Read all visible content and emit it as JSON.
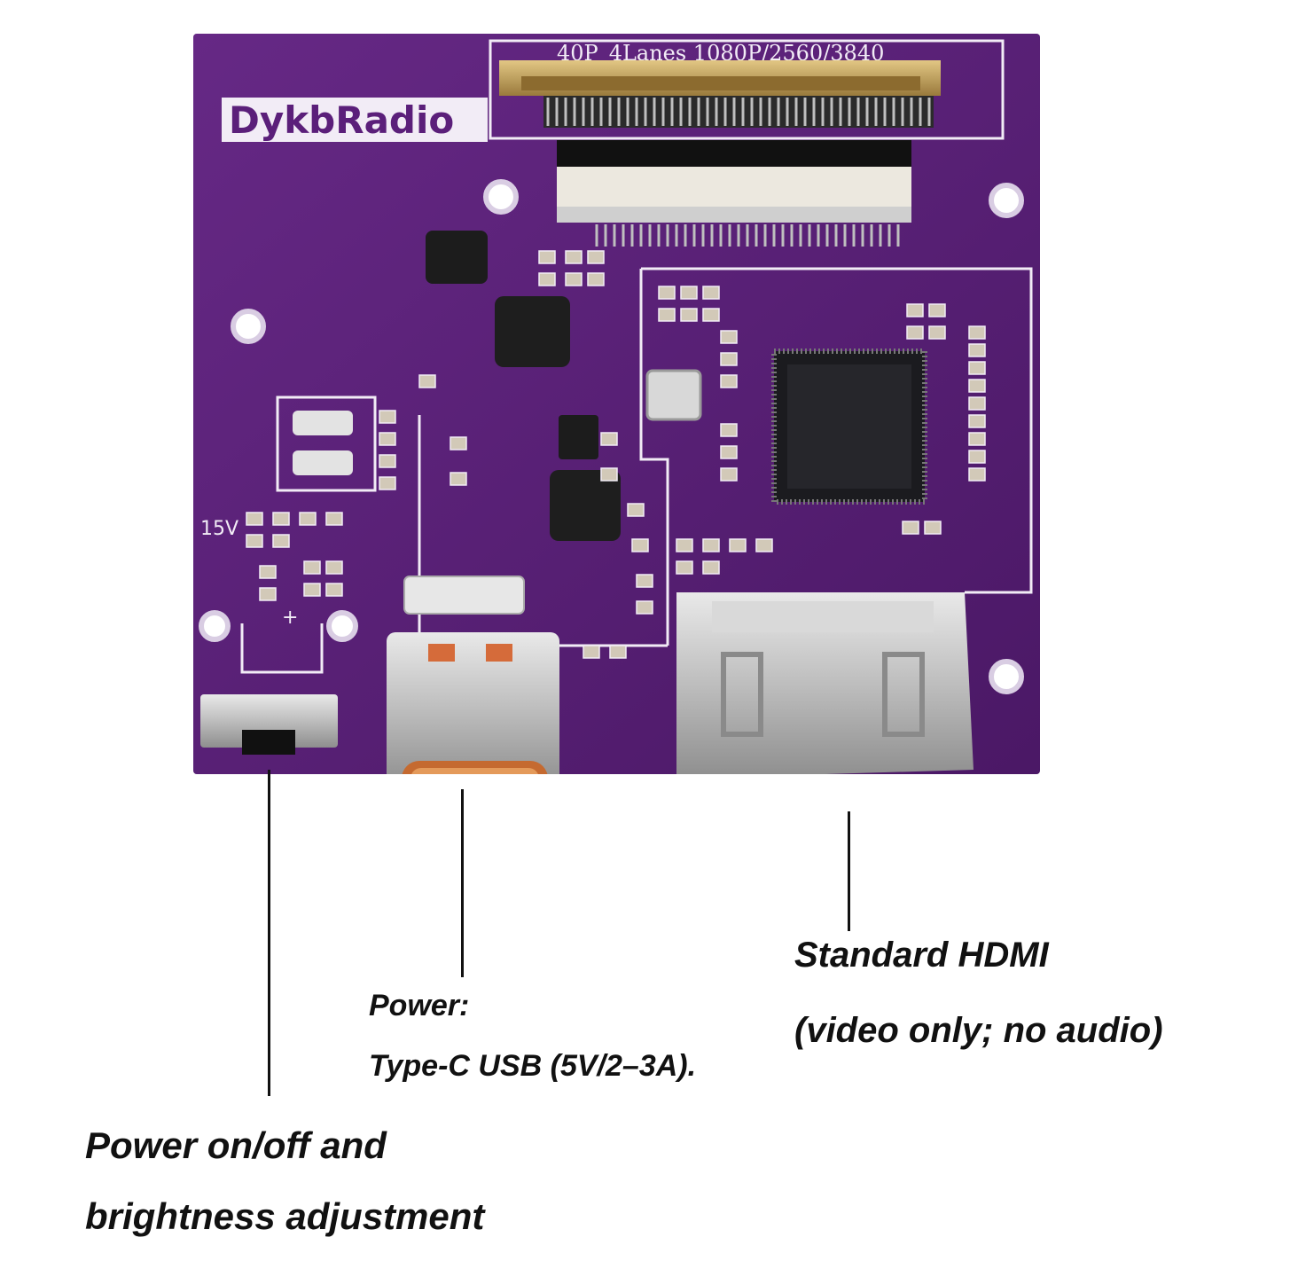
{
  "board": {
    "brand": "DykbRadio",
    "connector_silk": "40P_4Lanes 1080P/2560/3840",
    "silk_15v": "15V",
    "silk_plus": "+",
    "colors": {
      "pcb": "#5b1f7a",
      "silk": "#f2ecf6",
      "metal": "#cfcfcf",
      "gold": "#c9a45a",
      "chip": "#1b1b1f"
    }
  },
  "annotations": {
    "switch": {
      "line1": "Power on/off and",
      "line2": "brightness adjustment"
    },
    "usb": {
      "line1": "Power:",
      "line2": "Type-C USB (5V/2–3A)."
    },
    "hdmi": {
      "line1": "Standard HDMI",
      "line2": "(video only; no audio)"
    }
  }
}
